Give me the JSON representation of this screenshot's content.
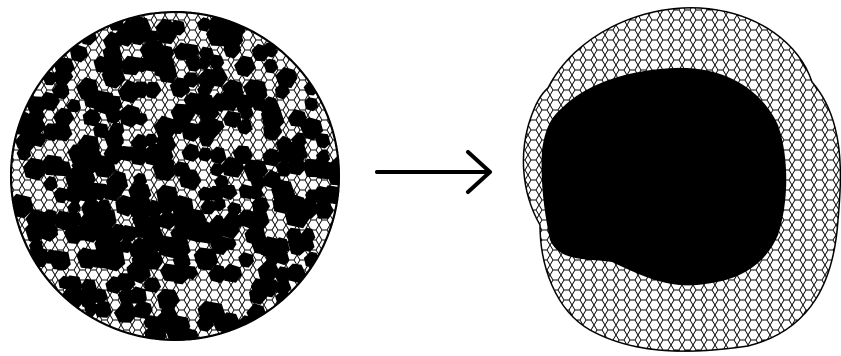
{
  "panels": [
    {
      "id": "initial",
      "state": "mixed",
      "shape": "disc",
      "dark_fraction": 0.55
    },
    {
      "id": "final",
      "state": "sorted",
      "shape": "irregular-blob",
      "dark_fraction": 0.5
    }
  ],
  "arrow": {
    "direction": "right"
  },
  "colors": {
    "dark_cell": "#000000",
    "light_cell": "#ffffff",
    "cell_edge": "#000000",
    "background": "#ffffff"
  }
}
